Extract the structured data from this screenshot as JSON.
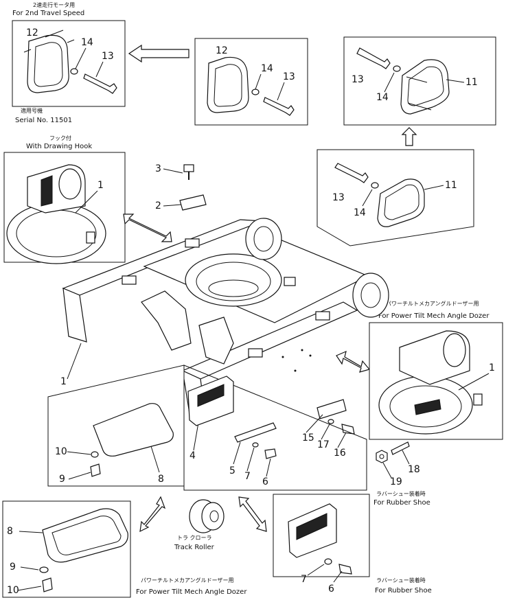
{
  "captions": {
    "travel_jp": "2速走行モータ用",
    "travel_en": "For 2nd Travel Speed",
    "serial_jp": "適用号機",
    "serial_en": "Serial No. 11501",
    "hook_jp": "フック付",
    "hook_en": "With Drawing Hook",
    "ptm_right_jp": "パワーチルトメカアングルドーザー用",
    "ptm_right_en": "For Power Tilt Mech Angle Dozer",
    "rubber_mid_jp": "ラバーシュー装着時",
    "rubber_mid_en": "For Rubber Shoe",
    "roller_jp": "トラ クローラ",
    "roller_en": "Track Roller",
    "ptm_bottom_jp": "パワーチルトメカアングルドーザー用",
    "ptm_bottom_en": "For Power Tilt Mech Angle Dozer",
    "rubber_bottom_jp": "ラバーシュー装着時",
    "rubber_bottom_en": "For Rubber Shoe"
  },
  "callouts": {
    "box_tl": [
      "12",
      "14",
      "13"
    ],
    "box_tc": [
      "12",
      "14",
      "13"
    ],
    "box_tr": [
      "13",
      "14",
      "11"
    ],
    "box_mr": [
      "13",
      "14",
      "11"
    ],
    "hook": [
      "1"
    ],
    "main": [
      "3",
      "2",
      "1",
      "4",
      "5",
      "7",
      "6",
      "15",
      "17",
      "16"
    ],
    "dozer": [
      "1"
    ],
    "rubber": [
      "18",
      "19"
    ],
    "plate": [
      "10",
      "9",
      "8"
    ],
    "bottom_left": [
      "8",
      "9",
      "10"
    ],
    "bottom_right": [
      "7",
      "6"
    ]
  }
}
